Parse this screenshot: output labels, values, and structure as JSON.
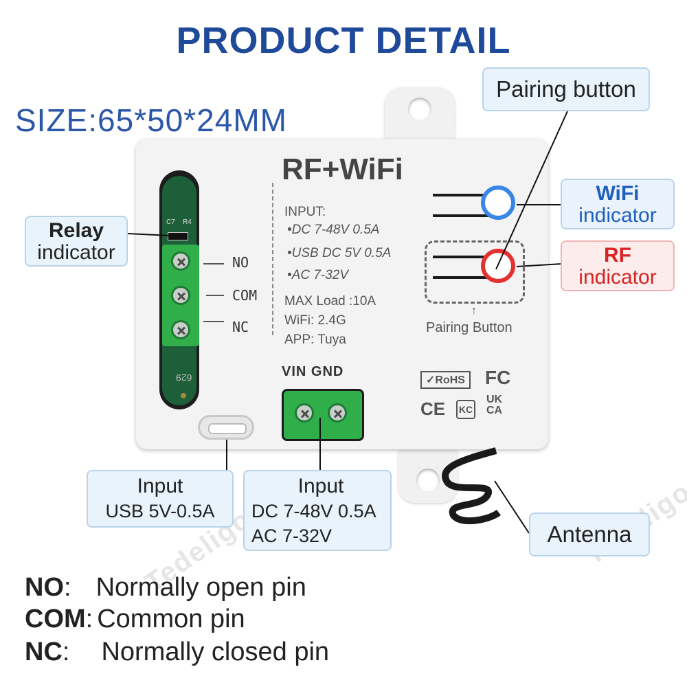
{
  "title": "PRODUCT DETAIL",
  "size": "SIZE:65*50*24MM",
  "watermark": "Tedeligo",
  "device": {
    "brand": "RF+WiFi",
    "input_header": "INPUT:",
    "inputs": [
      "•DC 7-48V 0.5A",
      "•USB DC 5V 0.5A",
      "•AC 7-32V"
    ],
    "max_load": "MAX Load :10A",
    "wifi": "WiFi: 2.4G",
    "app": "APP: Tuya",
    "pins": [
      "NO",
      "COM",
      "NC"
    ],
    "power_terminals": "VIN GND",
    "pcb_marks": [
      "C7",
      "R4"
    ],
    "pcb_code": "629",
    "pairing_caption": "Pairing Button",
    "certs": [
      "RoHS",
      "FC",
      "CE",
      "UK CA"
    ]
  },
  "callouts": {
    "pairing_button": "Pairing button",
    "wifi_indicator": [
      "WiFi",
      "indicator"
    ],
    "rf_indicator": [
      "RF",
      "indicator"
    ],
    "relay_indicator": [
      "Relay",
      "indicator"
    ],
    "usb_input": [
      "Input",
      "USB 5V-0.5A"
    ],
    "dc_input": [
      "Input",
      "DC 7-48V 0.5A",
      "AC 7-32V"
    ],
    "antenna": "Antenna"
  },
  "legend": [
    {
      "abbr": "NO",
      "sep": ":",
      "text": "Normally open pin"
    },
    {
      "abbr": "COM",
      "sep": ":",
      "text": "Common pin"
    },
    {
      "abbr": "NC",
      "sep": ":",
      "text": "Normally closed pin"
    }
  ],
  "colors": {
    "title": "#1f4a9a",
    "wifi_led": "#3a86e8",
    "rf_led": "#e53030",
    "terminal_green": "#2fae4a"
  }
}
